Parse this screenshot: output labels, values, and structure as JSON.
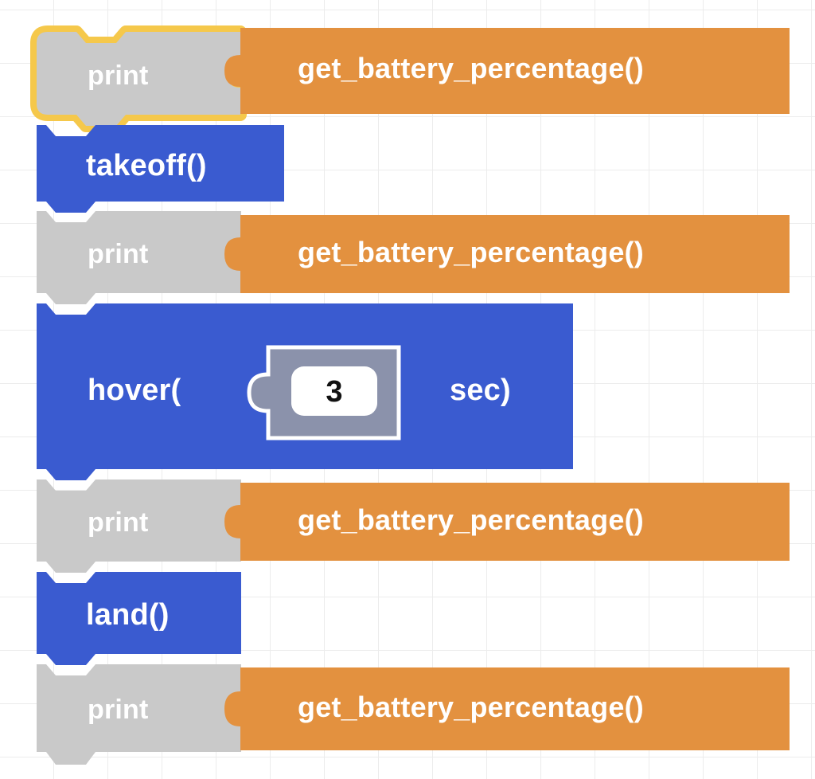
{
  "workspace": {
    "name": "block-code-workspace",
    "background": "#ffffff",
    "grid_color": "#ececec"
  },
  "palette": {
    "print_block": "#c9c9c9",
    "control_block": "#3a5bd0",
    "reporter_block": "#e3913f",
    "number_block": "#8b92ab",
    "selection_outline": "#f5c84b",
    "input_field": "#ffffff",
    "input_text": "#111111",
    "block_text": "#ffffff"
  },
  "script": {
    "blocks": [
      {
        "id": "print-1",
        "type": "print-statement",
        "label": "print",
        "selected": true,
        "argument": {
          "type": "reporter",
          "label": "get_battery_percentage()"
        }
      },
      {
        "id": "takeoff-1",
        "type": "command",
        "label": "takeoff()",
        "selected": false
      },
      {
        "id": "print-2",
        "type": "print-statement",
        "label": "print",
        "selected": false,
        "argument": {
          "type": "reporter",
          "label": "get_battery_percentage()"
        }
      },
      {
        "id": "hover-1",
        "type": "command-with-input",
        "label_left": "hover(",
        "label_right": "sec)",
        "selected": false,
        "argument": {
          "type": "number",
          "value": "3"
        }
      },
      {
        "id": "print-3",
        "type": "print-statement",
        "label": "print",
        "selected": false,
        "argument": {
          "type": "reporter",
          "label": "get_battery_percentage()"
        }
      },
      {
        "id": "land-1",
        "type": "command",
        "label": "land()",
        "selected": false
      },
      {
        "id": "print-4",
        "type": "print-statement",
        "label": "print",
        "selected": false,
        "argument": {
          "type": "reporter",
          "label": "get_battery_percentage()"
        }
      }
    ]
  }
}
